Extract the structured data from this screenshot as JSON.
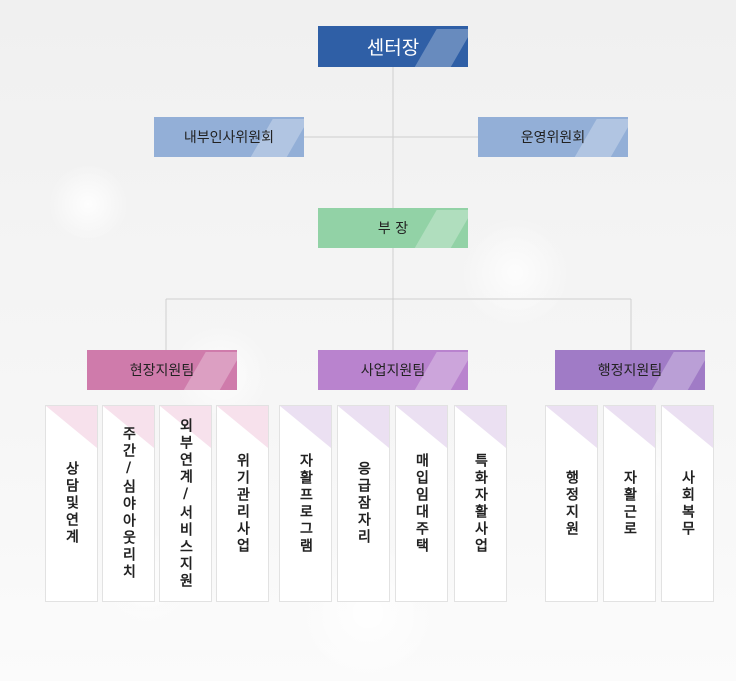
{
  "chart": {
    "center_head": "센터장",
    "committee_hr": "내부인사위원회",
    "committee_op": "운영위원회",
    "deputy": "부 장",
    "teams": [
      {
        "label": "현장지원팀",
        "items": [
          "상담및연계",
          "주간/심야아웃리치",
          "외부연계/서비스지원",
          "위기관리사업"
        ]
      },
      {
        "label": "사업지원팀",
        "items": [
          "자활프로그램",
          "응급잠자리",
          "매입임대주택",
          "특화자활사업"
        ]
      },
      {
        "label": "행정지원팀",
        "items": [
          "행정지원",
          "자활근로",
          "사회복무"
        ]
      }
    ]
  },
  "colors": {
    "center_head": "#2f5fa6",
    "committee": "#93afd7",
    "deputy": "#92d2a6",
    "team1": "#cf7bab",
    "team2": "#b983ce",
    "team3": "#a07bc6",
    "connector": "#cfcfcf"
  }
}
